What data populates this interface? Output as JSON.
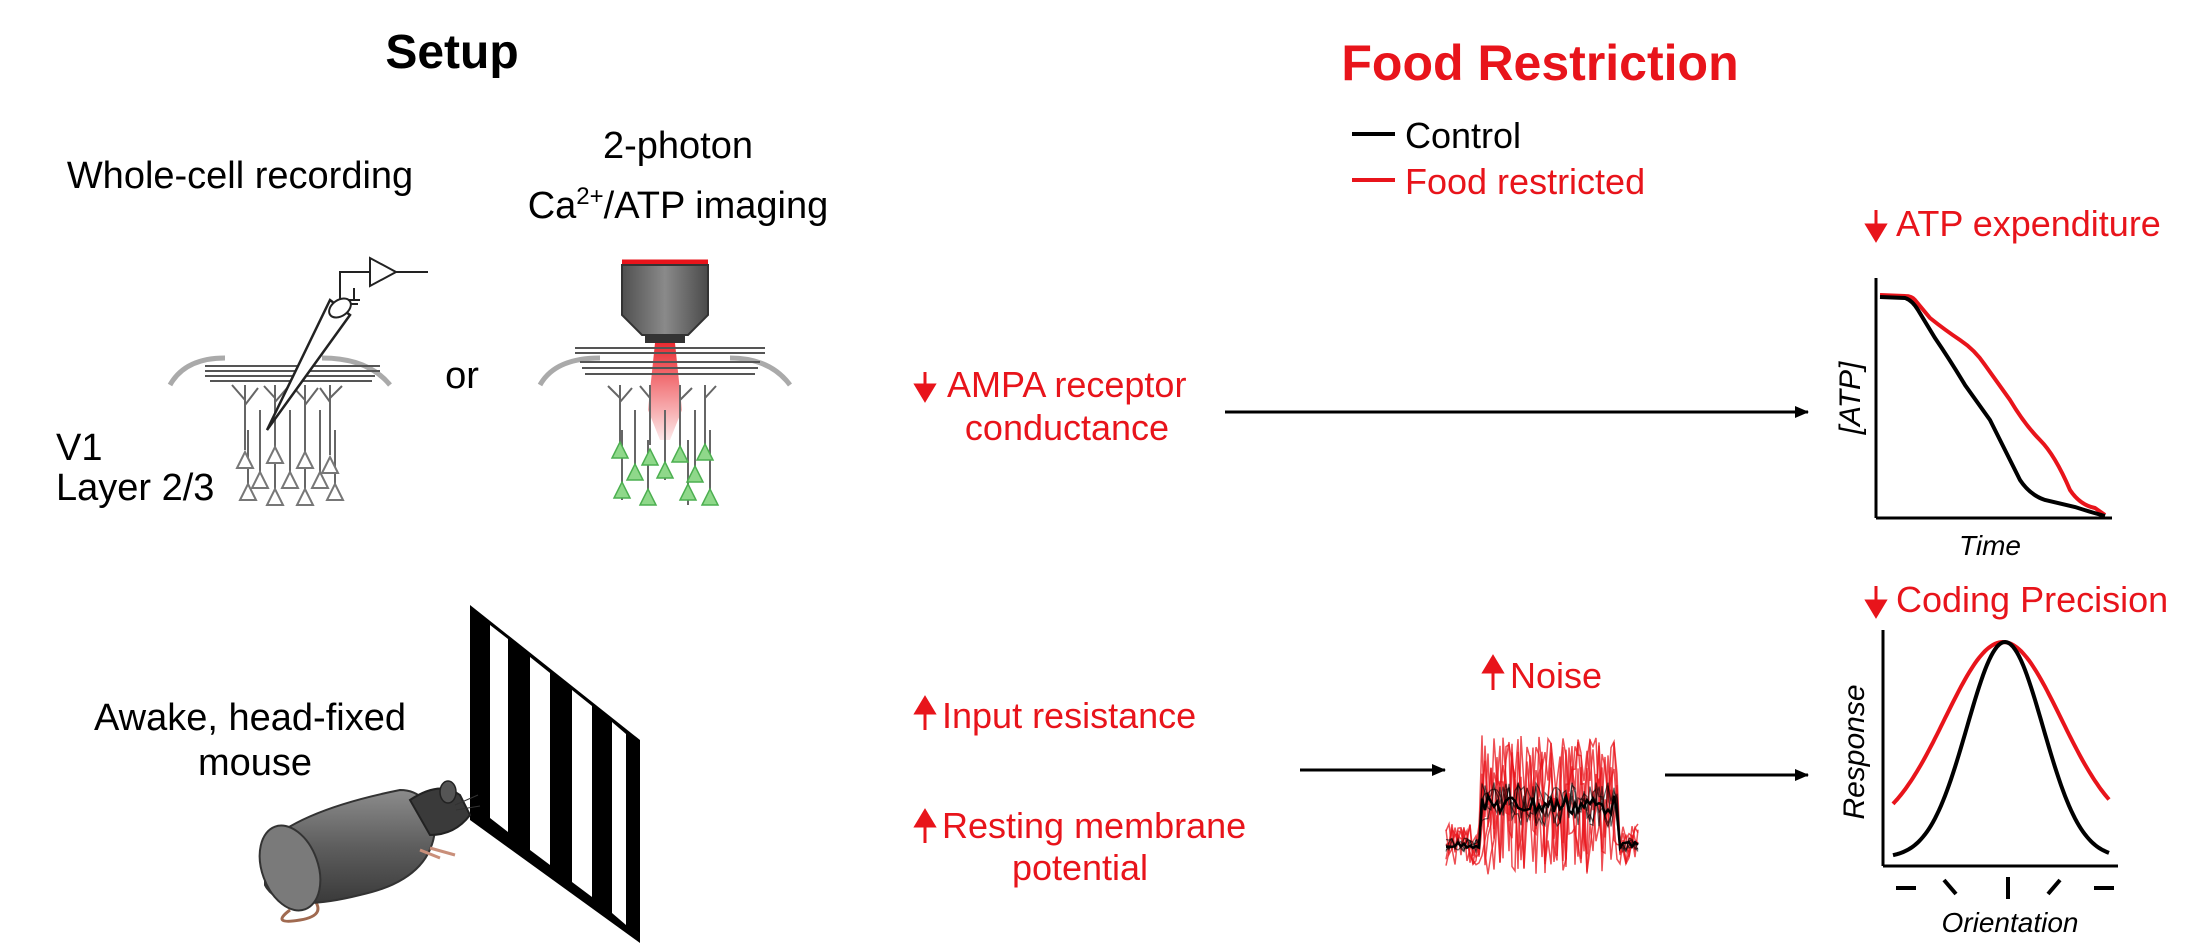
{
  "setup": {
    "title": "Setup",
    "whole_cell": "Whole-cell recording",
    "or": "or",
    "two_photon_line1": "2-photon",
    "two_photon_line2_pre": "Ca",
    "two_photon_line2_sup": "2+",
    "two_photon_line2_post": "/ATP imaging",
    "v1": "V1",
    "layer": "Layer 2/3",
    "awake_line1": "Awake, head-fixed",
    "awake_line2": "mouse"
  },
  "food_restriction": {
    "title": "Food Restriction",
    "legend": [
      {
        "label": "Control",
        "color": "#000000"
      },
      {
        "label": "Food restricted",
        "color": "#e8141b"
      }
    ]
  },
  "effects": {
    "ampa_line1": "AMPA receptor",
    "ampa_line2": "conductance",
    "input_resistance": "Input resistance",
    "resting_line1": "Resting membrane",
    "resting_line2": "potential",
    "noise": "Noise"
  },
  "atp_panel": {
    "title": "ATP expenditure",
    "ylabel": "[ATP]",
    "xlabel": "Time"
  },
  "coding_panel": {
    "title": "Coding Precision",
    "ylabel": "Response",
    "xlabel": "Orientation"
  },
  "colors": {
    "accent": "#e8141b",
    "text": "#000000",
    "gray": "#6a6a6a",
    "green": "#8fd88a"
  }
}
